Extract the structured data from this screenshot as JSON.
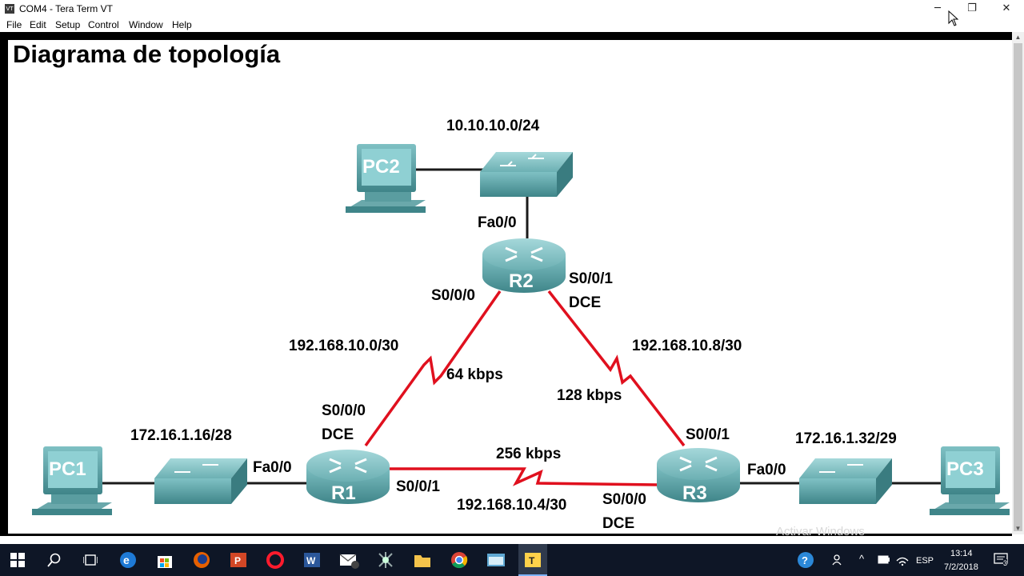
{
  "window": {
    "title": "COM4 - Tera Term VT",
    "app_icon": "VT",
    "controls": {
      "minimize": "─",
      "restore": "❐",
      "close": "✕"
    }
  },
  "menu": [
    "File",
    "Edit",
    "Setup",
    "Control",
    "Window",
    "Help"
  ],
  "diagram": {
    "heading": "Diagrama de topología",
    "devices": {
      "pc1": "PC1",
      "pc2": "PC2",
      "pc3": "PC3",
      "r1": "R1",
      "r2": "R2",
      "r3": "R3"
    },
    "labels": {
      "net_top": "10.10.10.0/24",
      "r2_fa": "Fa0/0",
      "r2_s000": "S0/0/0",
      "r2_s001": "S0/0/1",
      "r2_dce": "DCE",
      "link_r1r2": "192.168.10.0/30",
      "rate_r1r2": "64 kbps",
      "link_r2r3": "192.168.10.8/30",
      "rate_r2r3": "128 kbps",
      "r1_s000": "S0/0/0",
      "r1_dce": "DCE",
      "r1_fa": "Fa0/0",
      "r1_s001": "S0/0/1",
      "net_left": "172.16.1.16/28",
      "rate_r1r3": "256 kbps",
      "link_r1r3": "192.168.10.4/30",
      "r3_s001": "S0/0/1",
      "r3_s000": "S0/0/0",
      "r3_dce": "DCE",
      "r3_fa": "Fa0/0",
      "net_right": "172.16.1.32/29"
    },
    "colors": {
      "serial_link": "#e0101e",
      "device_teal": "#4e9a9e",
      "ethernet_link": "#1a1a1a"
    },
    "watermark": "Activar Windows"
  },
  "taskbar": {
    "lang": "ESP",
    "time": "13:14",
    "date": "7/2/2018",
    "notifications": "3"
  }
}
